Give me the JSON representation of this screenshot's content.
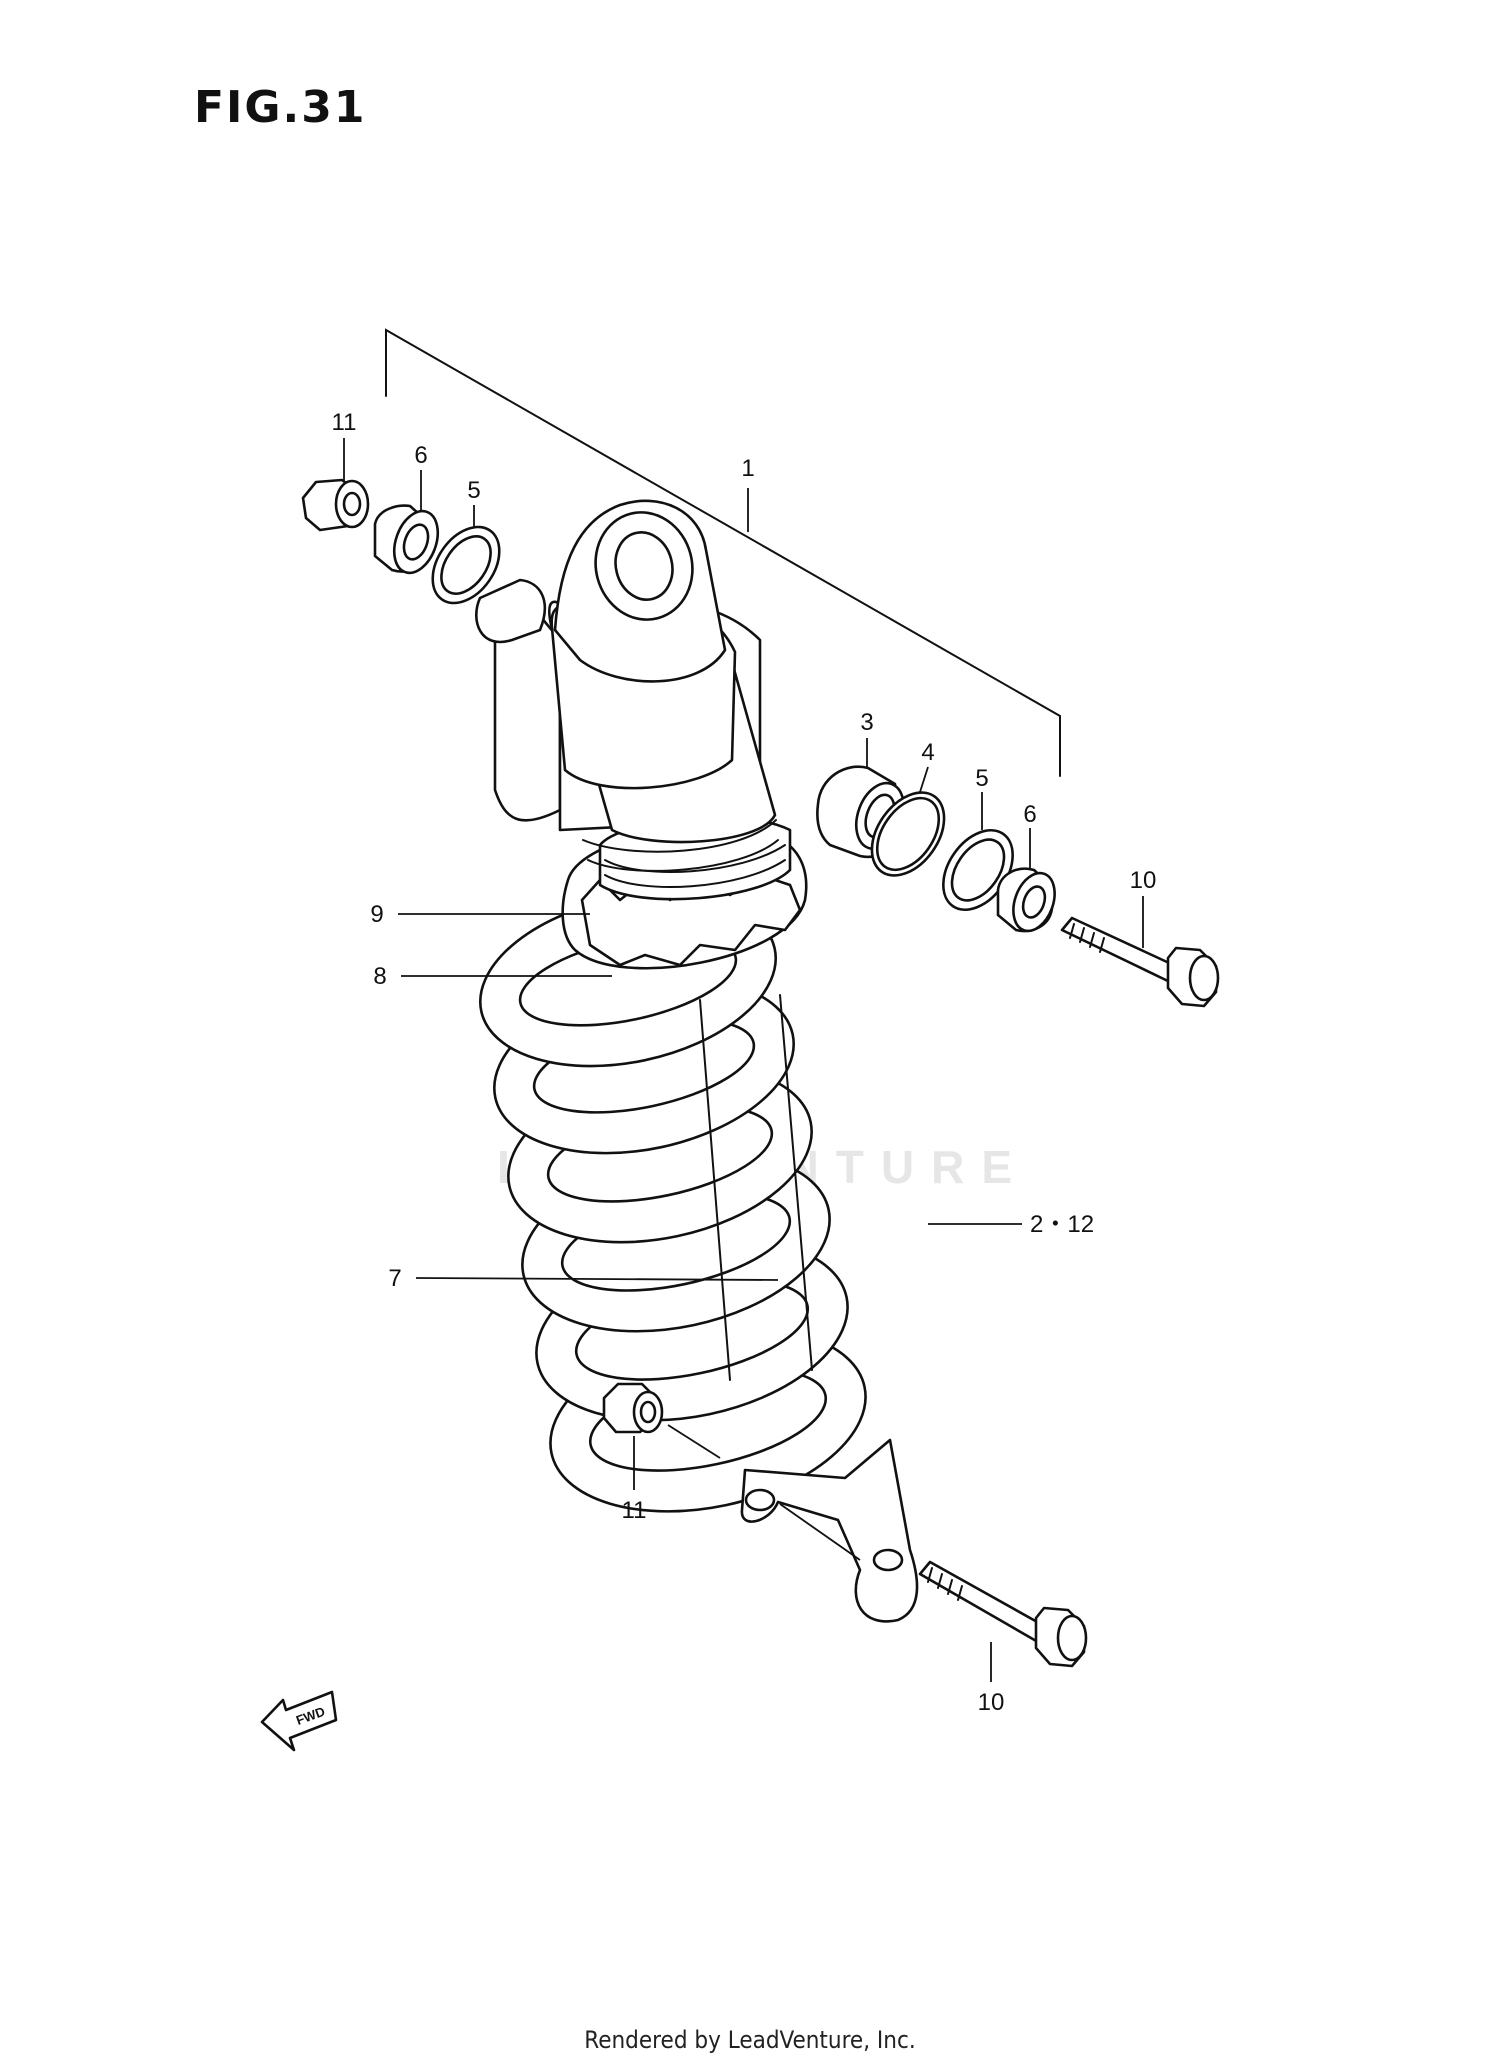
{
  "figure": {
    "title": "FIG.31"
  },
  "callouts": [
    {
      "id": "c1",
      "text": "1"
    },
    {
      "id": "c2",
      "text": "2・12"
    },
    {
      "id": "c3",
      "text": "3"
    },
    {
      "id": "c4",
      "text": "4"
    },
    {
      "id": "c5a",
      "text": "5"
    },
    {
      "id": "c5b",
      "text": "5"
    },
    {
      "id": "c6a",
      "text": "6"
    },
    {
      "id": "c6b",
      "text": "6"
    },
    {
      "id": "c7",
      "text": "7"
    },
    {
      "id": "c8",
      "text": "8"
    },
    {
      "id": "c9",
      "text": "9"
    },
    {
      "id": "c10a",
      "text": "10"
    },
    {
      "id": "c10b",
      "text": "10"
    },
    {
      "id": "c11a",
      "text": "11"
    },
    {
      "id": "c11b",
      "text": "11"
    }
  ],
  "direction_badge": {
    "text": "FWD"
  },
  "watermark": "LEADVENTURE",
  "footer": "Rendered by LeadVenture, Inc."
}
